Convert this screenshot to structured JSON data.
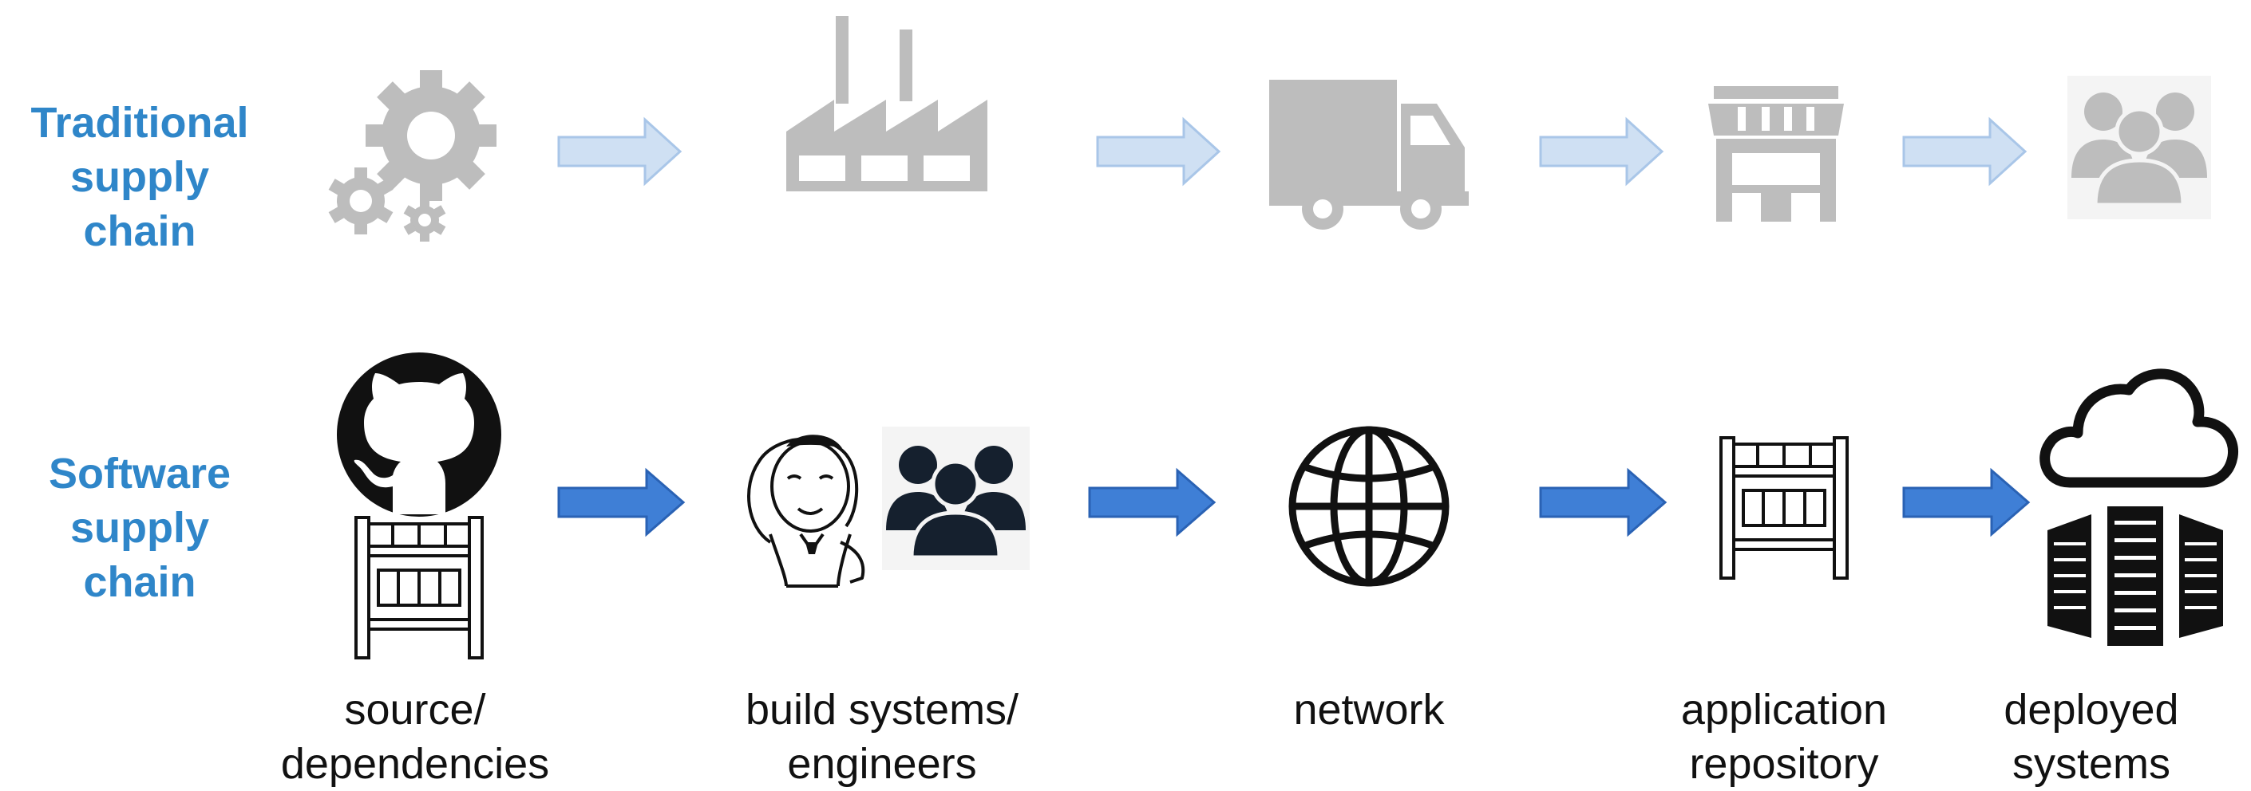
{
  "rows": {
    "traditional": {
      "label_lines": [
        "Traditional",
        "supply",
        "chain"
      ],
      "stages": [
        "gears-icon",
        "factory-icon",
        "truck-icon",
        "store-icon",
        "people-icon"
      ]
    },
    "software": {
      "label_lines": [
        "Software",
        "supply",
        "chain"
      ],
      "stages": [
        "github-icon",
        "jenkins-icon",
        "globe-icon",
        "crate-icon",
        "cloud-server-icon"
      ]
    }
  },
  "captions": [
    {
      "lines": [
        "source/",
        "dependencies"
      ]
    },
    {
      "lines": [
        "build systems/",
        "engineers"
      ]
    },
    {
      "lines": [
        "network"
      ]
    },
    {
      "lines": [
        "application",
        "repository"
      ]
    },
    {
      "lines": [
        "deployed",
        "systems"
      ]
    }
  ],
  "colors": {
    "label": "#2f86c9",
    "traditional_icon": "#bdbdbd",
    "traditional_arrow_fill": "#cfe0f3",
    "traditional_arrow_stroke": "#a9c6e8",
    "software_arrow_fill": "#3f7fd6",
    "software_arrow_stroke": "#2a62b4",
    "software_icon": "#111111"
  }
}
